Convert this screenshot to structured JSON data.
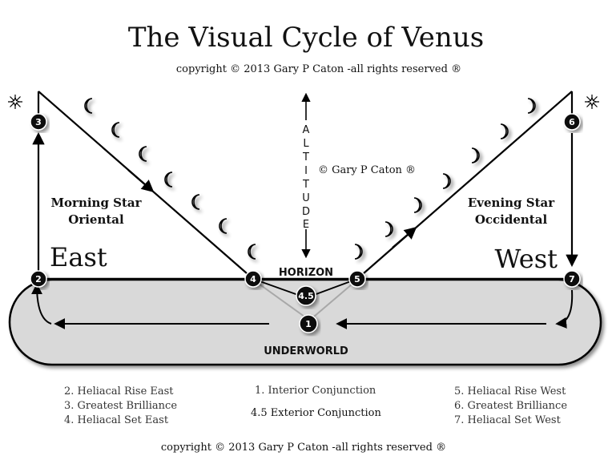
{
  "title": "The Visual Cycle of Venus",
  "copyright_top": "copyright © 2013 Gary P Caton -all rights reserved ®",
  "copyright_bottom": "copyright © 2013 Gary P Caton -all rights reserved ®",
  "watermark": "© Gary P Caton ®",
  "altitude_letters": [
    "A",
    "L",
    "T",
    "I",
    "T",
    "U",
    "D",
    "E"
  ],
  "labels": {
    "morning_1": "Morning Star",
    "morning_2": "Oriental",
    "evening_1": "Evening Star",
    "evening_2": "Occidental",
    "east": "East",
    "west": "West",
    "horizon": "HORIZON",
    "underworld": "UNDERWORLD"
  },
  "markers": {
    "m1": "1",
    "m2": "2",
    "m3": "3",
    "m45": "4.5",
    "m4": "4",
    "m5": "5",
    "m6": "6",
    "m7": "7"
  },
  "legend": {
    "left": [
      "2.  Heliacal Rise East",
      "3.  Greatest Brilliance",
      "4.  Heliacal Set East"
    ],
    "center": [
      "1.  Interior Conjunction",
      "4.5  Exterior Conjunction"
    ],
    "right": [
      "5.  Heliacal Rise West",
      "6.  Greatest Brilliance",
      "7.  Heliacal Set West"
    ]
  },
  "colors": {
    "underworld_fill": "#d9d9d9",
    "line": "#000000",
    "marker_fill": "#111111",
    "marker_text": "#ffffff"
  },
  "icons": [
    "star-burst-icon",
    "crescent-moon-icon"
  ]
}
